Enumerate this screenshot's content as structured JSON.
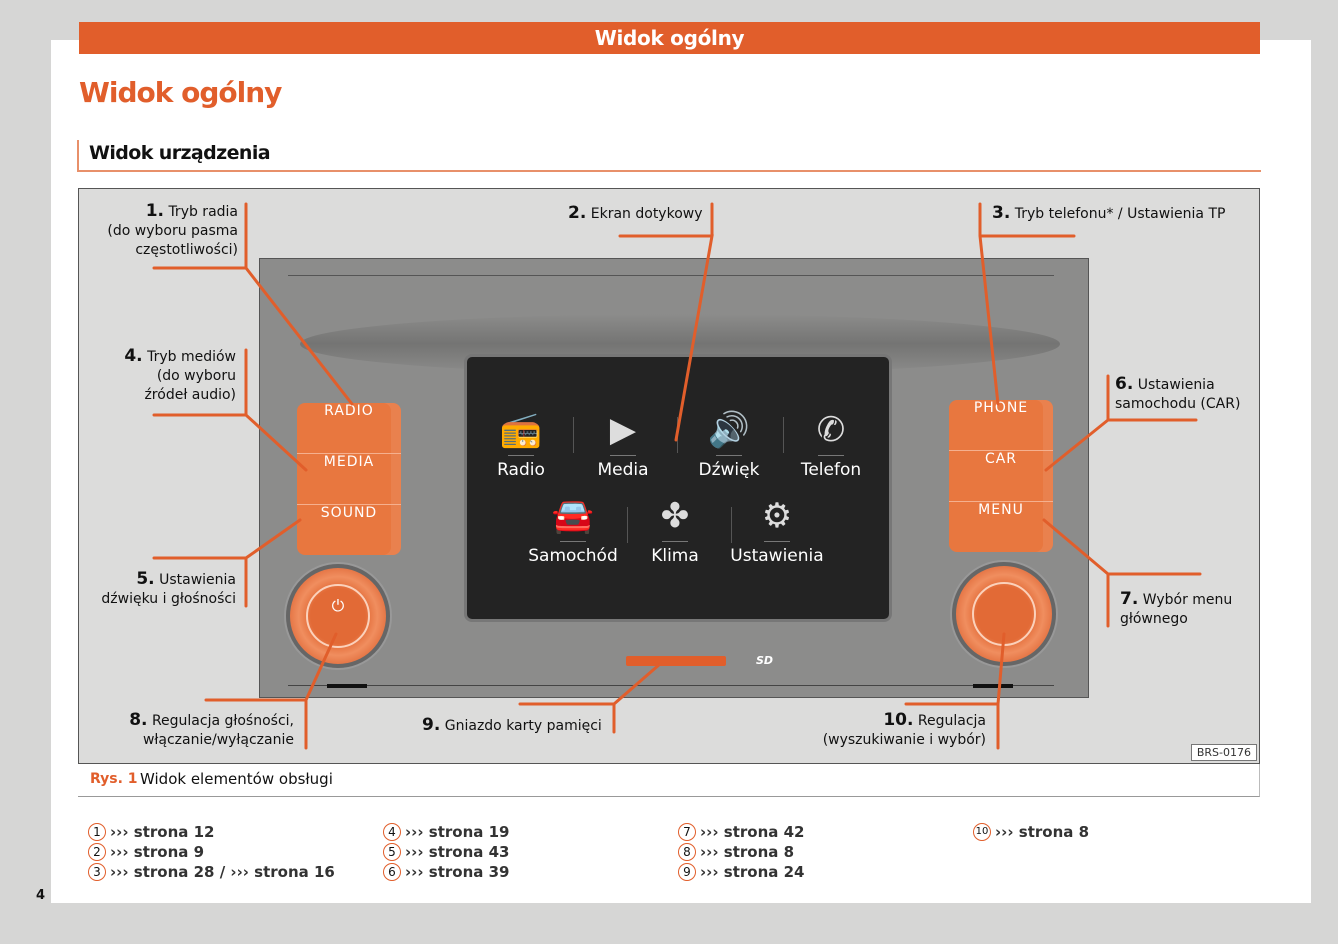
{
  "header": {
    "bar_title": "Widok ogólny",
    "page_title": "Widok ogólny",
    "section_title": "Widok urządzenia"
  },
  "figure": {
    "code": "BRS-0176",
    "caption_num": "Rys. 1",
    "caption_text": "Widok elementów obsługi",
    "callouts": [
      {
        "num": "1.",
        "lines": [
          "Tryb radia",
          "(do wyboru pasma",
          "częstotliwości)"
        ]
      },
      {
        "num": "2.",
        "lines": [
          "Ekran dotykowy"
        ]
      },
      {
        "num": "3.",
        "lines": [
          "Tryb telefonu* / Ustawienia TP"
        ]
      },
      {
        "num": "4.",
        "lines": [
          "Tryb mediów",
          "(do wyboru",
          "źródeł audio)"
        ]
      },
      {
        "num": "5.",
        "lines": [
          "Ustawienia",
          "dźwięku i głośności"
        ]
      },
      {
        "num": "6.",
        "lines": [
          "Ustawienia",
          "samochodu (CAR)"
        ]
      },
      {
        "num": "7.",
        "lines": [
          "Wybór menu",
          "głównego"
        ]
      },
      {
        "num": "8.",
        "lines": [
          "Regulacja głośności,",
          "włączanie/wyłączanie"
        ]
      },
      {
        "num": "9.",
        "lines": [
          "Gniazdo karty pamięci"
        ]
      },
      {
        "num": "10.",
        "lines": [
          "Regulacja",
          "(wyszukiwanie i wybór)"
        ]
      }
    ],
    "left_buttons": [
      "RADIO",
      "MEDIA",
      "SOUND"
    ],
    "right_buttons": [
      "PHONE",
      "CAR",
      "MENU"
    ],
    "power_symbol": "⏻",
    "sd_label": "SD",
    "screen_items": [
      {
        "label": "Radio",
        "icon": "radio-icon",
        "glyph": "📻"
      },
      {
        "label": "Media",
        "icon": "play-icon",
        "glyph": "▶"
      },
      {
        "label": "Dźwięk",
        "icon": "speaker-icon",
        "glyph": "🔊"
      },
      {
        "label": "Telefon",
        "icon": "phone-icon",
        "glyph": "✆"
      },
      {
        "label": "Samochód",
        "icon": "car-icon",
        "glyph": "🚘"
      },
      {
        "label": "Klima",
        "icon": "climate-icon",
        "glyph": "✤"
      },
      {
        "label": "Ustawienia",
        "icon": "gears-icon",
        "glyph": "⚙"
      }
    ]
  },
  "references": [
    {
      "num": "1",
      "text": "››› strona 12"
    },
    {
      "num": "2",
      "text": "››› strona 9"
    },
    {
      "num": "3",
      "text": "››› strona 28 / ››› strona 16"
    },
    {
      "num": "4",
      "text": "››› strona 19"
    },
    {
      "num": "5",
      "text": "››› strona 43"
    },
    {
      "num": "6",
      "text": "››› strona 39"
    },
    {
      "num": "7",
      "text": "››› strona 42"
    },
    {
      "num": "8",
      "text": "››› strona 8"
    },
    {
      "num": "9",
      "text": "››› strona 24"
    },
    {
      "num": "10",
      "text": "››› strona 8"
    }
  ],
  "page_number": "4",
  "colors": {
    "accent": "#e15e2b",
    "button": "#e8773f",
    "screen": "#232323",
    "device": "#8c8c8b"
  }
}
